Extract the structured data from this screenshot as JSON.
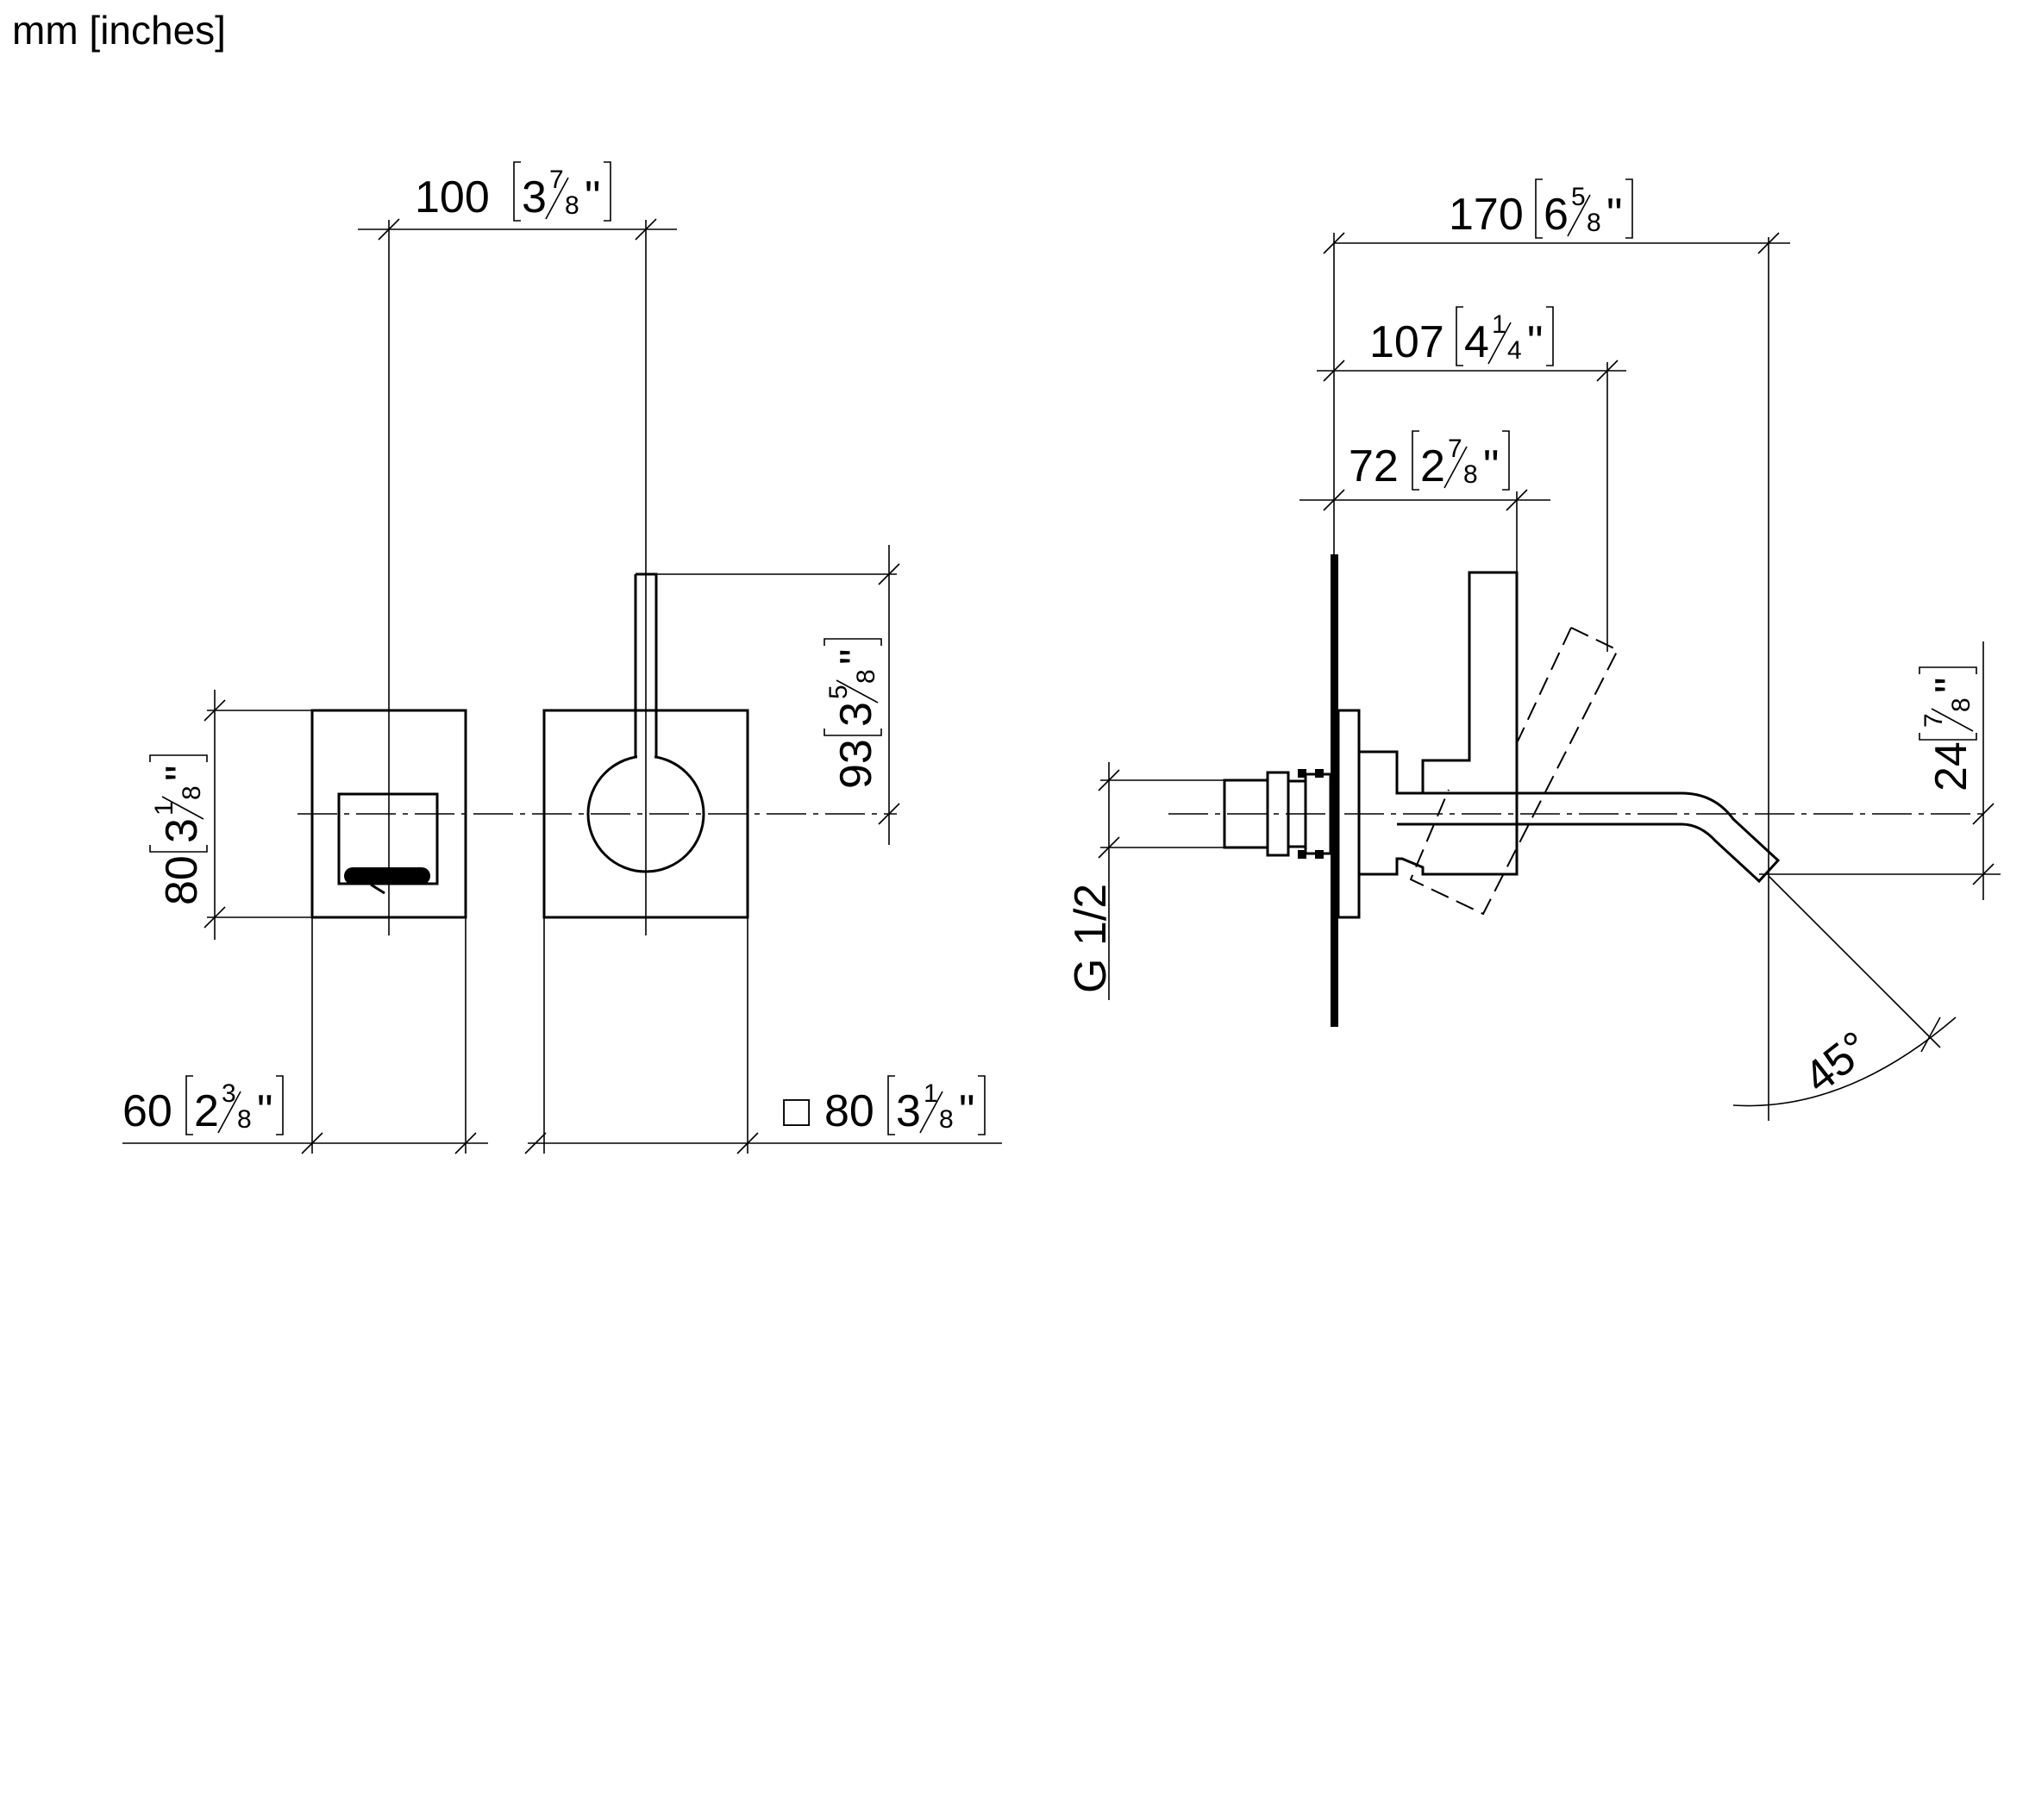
{
  "units_label": "mm [inches]",
  "front_view": {
    "width_total": {
      "mm": "100",
      "in_whole": "3",
      "in_num": "7",
      "in_den": "8",
      "inch_mark": "\""
    },
    "height_left_plate": {
      "mm": "80",
      "in_whole": "3",
      "in_num": "1",
      "in_den": "8",
      "inch_mark": "\""
    },
    "lever_height": {
      "mm": "93",
      "in_whole": "3",
      "in_num": "5",
      "in_den": "8",
      "inch_mark": "\""
    },
    "left_plate_width": {
      "mm": "60",
      "in_whole": "2",
      "in_num": "3",
      "in_den": "8",
      "inch_mark": "\""
    },
    "square_plate": {
      "square_symbol": "□",
      "mm": "80",
      "in_whole": "3",
      "in_num": "1",
      "in_den": "8",
      "inch_mark": "\""
    }
  },
  "side_view": {
    "overall_projection": {
      "mm": "170",
      "in_whole": "6",
      "in_num": "5",
      "in_den": "8",
      "inch_mark": "\""
    },
    "lever_projection": {
      "mm": "107",
      "in_whole": "4",
      "in_num": "1",
      "in_den": "4",
      "inch_mark": "\""
    },
    "lever_depth": {
      "mm": "72",
      "in_whole": "2",
      "in_num": "7",
      "in_den": "8",
      "inch_mark": "\""
    },
    "spout_drop": {
      "mm": "24",
      "in_num": "7",
      "in_den": "8",
      "inch_mark": "\""
    },
    "thread": "G 1/2",
    "angle": "45°"
  }
}
